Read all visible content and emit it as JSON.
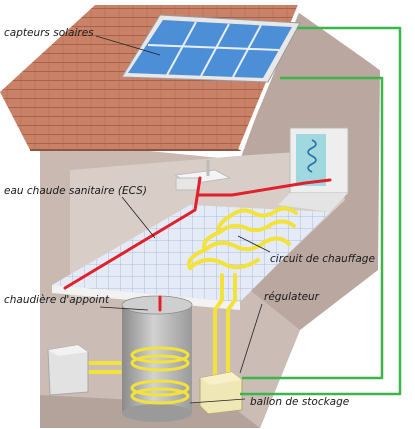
{
  "labels": {
    "solar_collectors": "capteurs solaires",
    "domestic_hot_water": "eau chaude sanitaire (ECS)",
    "heating_circuit": "circuit de chauffage",
    "backup_boiler": "chaudière d'appoint",
    "regulator": "régulateur",
    "storage_tank": "ballon de stockage"
  },
  "colors": {
    "solar_loop": "#3cb54a",
    "hot_water_pipe": "#e0202a",
    "heating_pipe": "#f2e23a",
    "roof_tile": "#c98268",
    "wall": "#cdbfb8",
    "floor_grid": "#dfe7f4",
    "panel": "#4d8fd6"
  }
}
